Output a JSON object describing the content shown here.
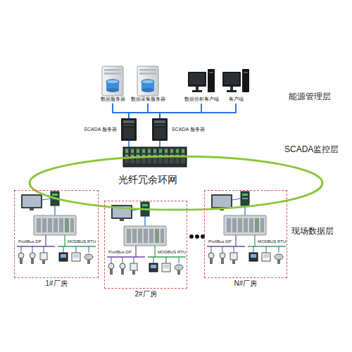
{
  "diagram": {
    "nodes": [
      {
        "text": [
          "数据服务器"
        ]
      },
      {
        "text": [
          "数据采集服务器"
        ]
      },
      {
        "text": [
          "数据分析客户端"
        ]
      },
      {
        "text": [
          "客户端"
        ]
      },
      {
        "text": [
          "SCADA 服务器"
        ]
      },
      {
        "text": [
          "SCADA 服务器"
        ]
      },
      {
        "text": [
          "光纤冗余环网"
        ]
      },
      {
        "text": [
          "1#厂房"
        ]
      },
      {
        "text": [
          "2#厂房"
        ]
      },
      {
        "text": [
          "N#厂房"
        ]
      }
    ],
    "edges": [
      {
        "from": 0,
        "to": 4,
        "arrow": "none"
      },
      {
        "from": 0,
        "to": 5,
        "arrow": "none"
      },
      {
        "from": 1,
        "to": 4,
        "arrow": "none"
      },
      {
        "from": 1,
        "to": 5,
        "arrow": "none"
      },
      {
        "from": 2,
        "to": 4,
        "arrow": "none"
      },
      {
        "from": 2,
        "to": 5,
        "arrow": "none"
      },
      {
        "from": 3,
        "to": 4,
        "arrow": "none"
      },
      {
        "from": 3,
        "to": 5,
        "arrow": "none"
      },
      {
        "from": 4,
        "to": 6,
        "arrow": "none"
      },
      {
        "from": 5,
        "to": 6,
        "arrow": "none"
      }
    ],
    "labels": [
      "能源管理层",
      "SCADA监控层",
      "现场数据层",
      "ProfiBus DP",
      "MODBUS RTU",
      "ProfiBus DP",
      "MODBUS RTU",
      "ProfiBus DP",
      "MODBUS RTU"
    ]
  }
}
